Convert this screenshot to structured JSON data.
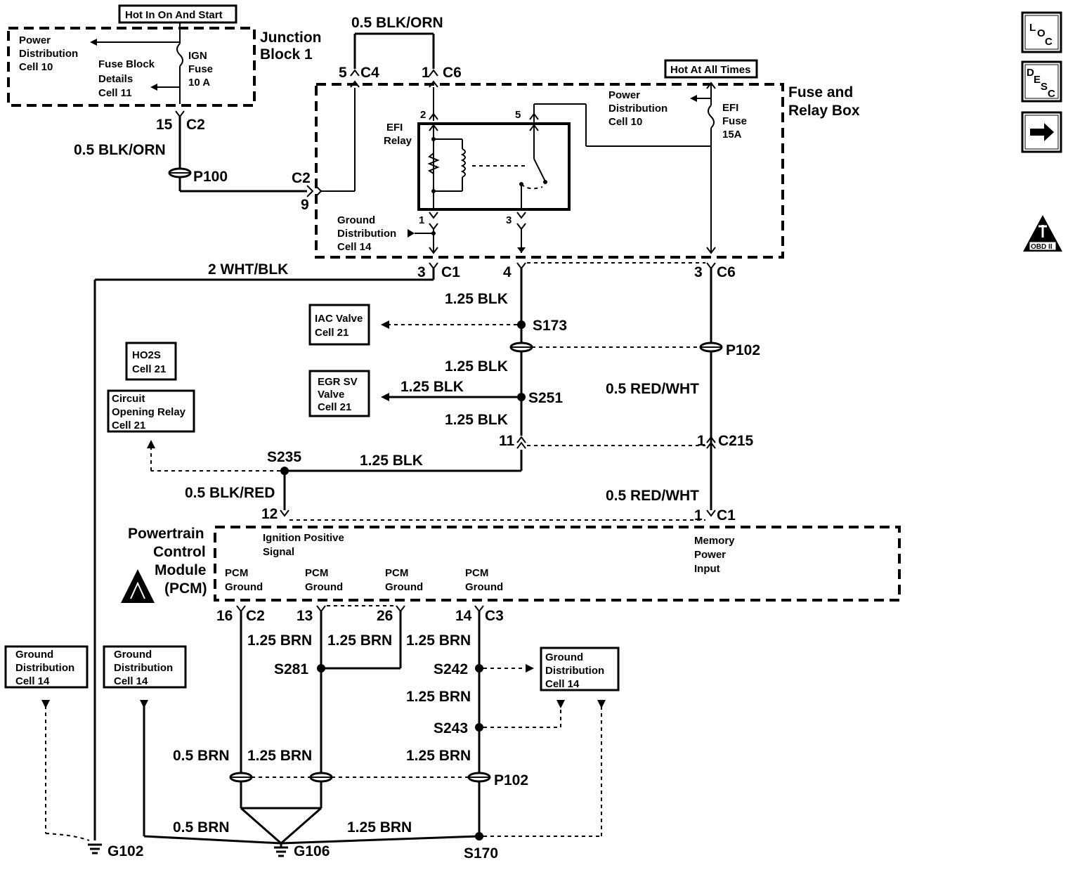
{
  "labels": {
    "hot_in_on_start": "Hot In On And Start",
    "power_dist_cell10_a": "Power",
    "power_dist_cell10_b": "Distribution",
    "power_dist_cell10_c": "Cell 10",
    "fuse_block_a": "Fuse Block",
    "fuse_block_b": "Details",
    "fuse_block_c": "Cell 11",
    "ign_fuse_a": "IGN",
    "ign_fuse_b": "Fuse",
    "ign_fuse_c": "10 A",
    "junction_block_a": "Junction",
    "junction_block_b": "Block 1",
    "hot_at_all_times": "Hot At All Times",
    "pd2_a": "Power",
    "pd2_b": "Distribution",
    "pd2_c": "Cell 10",
    "efi_fuse_a": "EFI",
    "efi_fuse_b": "Fuse",
    "efi_fuse_c": "15A",
    "fuse_relay_a": "Fuse and",
    "fuse_relay_b": "Relay Box",
    "efi_relay_a": "EFI",
    "efi_relay_b": "Relay",
    "gd_relay_a": "Ground",
    "gd_relay_b": "Distribution",
    "gd_relay_c": "Cell 14",
    "iac_a": "IAC Valve",
    "iac_b": "Cell 21",
    "ho2s_a": "HO2S",
    "ho2s_b": "Cell 21",
    "cor_a": "Circuit",
    "cor_b": "Opening Relay",
    "cor_c": "Cell 21",
    "egr_a": "EGR SV",
    "egr_b": "Valve",
    "egr_c": "Cell 21",
    "pcm_a": "Powertrain",
    "pcm_b": "Control",
    "pcm_c": "Module",
    "pcm_d": "(PCM)",
    "ign_pos_a": "Ignition Positive",
    "ign_pos_b": "Signal",
    "mem_a": "Memory",
    "mem_b": "Power",
    "mem_c": "Input",
    "pcm_gnd_a": "PCM",
    "pcm_gnd_b": "Ground",
    "gd_left_a": "Ground",
    "gd_left_b": "Distribution",
    "gd_left_c": "Cell 14",
    "gd_mid_a": "Ground",
    "gd_mid_b": "Distribution",
    "gd_mid_c": "Cell 14",
    "gd_right_a": "Ground",
    "gd_right_b": "Distribution",
    "gd_right_c": "Cell 14"
  },
  "wires": {
    "w_05_blk_orn": "0.5 BLK/ORN",
    "w_2_wht_blk": "2 WHT/BLK",
    "w_125_blk": "1.25 BLK",
    "w_05_red_wht": "0.5 RED/WHT",
    "w_05_blk_red": "0.5 BLK/RED",
    "w_125_brn": "1.25 BRN",
    "w_05_brn": "0.5 BRN"
  },
  "connectors": {
    "c2": "C2",
    "c4": "C4",
    "c6": "C6",
    "c1": "C1",
    "c3": "C3",
    "c215": "C215",
    "p100": "P100",
    "p102": "P102",
    "s173": "S173",
    "s251": "S251",
    "s235": "S235",
    "s281": "S281",
    "s242": "S242",
    "s243": "S243",
    "s170": "S170",
    "g102": "G102",
    "g106": "G106"
  },
  "pins": {
    "p1": "1",
    "p2": "2",
    "p3": "3",
    "p4": "4",
    "p5": "5",
    "p9": "9",
    "p11": "11",
    "p12": "12",
    "p13": "13",
    "p14": "14",
    "p15": "15",
    "p16": "16",
    "p26": "26"
  },
  "nav": {
    "loc_a": "L",
    "loc_b": "O",
    "loc_c": "C",
    "desc_a": "D",
    "desc_b": "E",
    "desc_c": "S",
    "desc_d": "C",
    "badge": "OBD II"
  }
}
